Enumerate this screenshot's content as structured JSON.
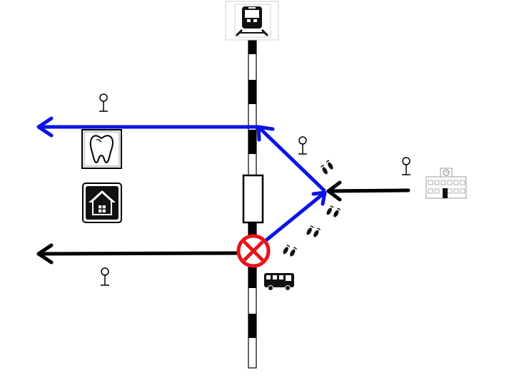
{
  "diagram": {
    "colors": {
      "route_blue": "#0a14e6",
      "route_black": "#000000",
      "blocked_red": "#e8141e",
      "rail_black": "#000000",
      "rail_white": "#ffffff"
    },
    "icons": [
      "train-station-icon",
      "railway-track",
      "railway-crossing",
      "blocked-crossing-icon",
      "bus-stop-icon",
      "dentist-tooth-icon",
      "house-icon",
      "school-building-icon",
      "bus-icon",
      "footprints-icon"
    ],
    "routes": [
      {
        "name": "route-upper-blue",
        "color": "blue"
      },
      {
        "name": "route-diagonal-blue",
        "color": "blue"
      },
      {
        "name": "route-lower-black",
        "color": "black"
      },
      {
        "name": "route-school-black",
        "color": "black"
      }
    ]
  }
}
